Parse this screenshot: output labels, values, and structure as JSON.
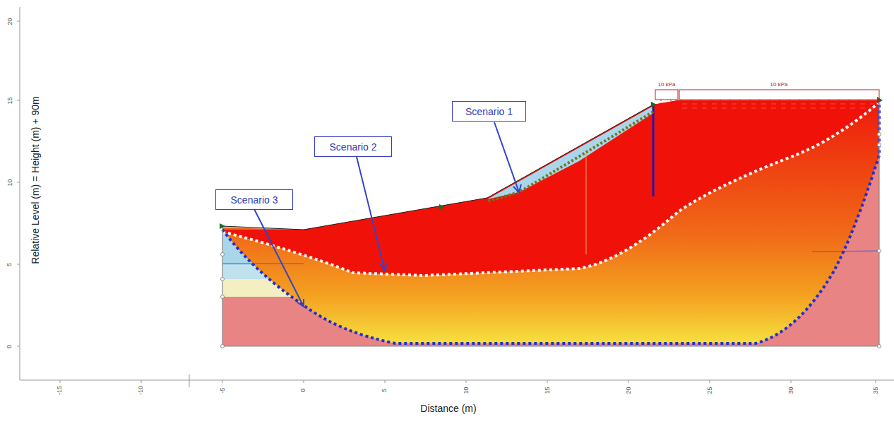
{
  "diagram": {
    "nodes": [
      {
        "text": [
          "Scenario 1"
        ]
      },
      {
        "text": [
          "Scenario 2"
        ]
      },
      {
        "text": [
          "Scenario 3"
        ]
      }
    ],
    "labels": [
      "Relative Level (m) = Height (m) + 90m",
      "Distance (m)",
      "20",
      "15",
      "10",
      "5",
      "0",
      "-15",
      "-10",
      "-5",
      "0",
      "5",
      "10",
      "15",
      "20",
      "25",
      "30",
      "35",
      "10 kPa",
      "10 kPa"
    ]
  }
}
